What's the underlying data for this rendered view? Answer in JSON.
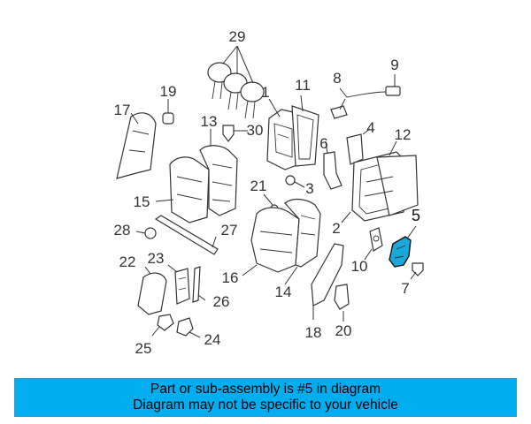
{
  "diagram": {
    "callouts": {
      "c1": "1",
      "c2": "2",
      "c3": "3",
      "c4": "4",
      "c5": "5",
      "c6": "6",
      "c7": "7",
      "c8": "8",
      "c9": "9",
      "c10": "10",
      "c11": "11",
      "c12": "12",
      "c13": "13",
      "c14": "14",
      "c15": "15",
      "c16": "16",
      "c17": "17",
      "c18": "18",
      "c19": "19",
      "c20": "20",
      "c21": "21",
      "c22": "22",
      "c23": "23",
      "c24": "24",
      "c25": "25",
      "c26": "26",
      "c27": "27",
      "c28": "28",
      "c29": "29",
      "c30": "30"
    },
    "highlight_part": "5",
    "highlight_color": "#1aa7d9"
  },
  "banner": {
    "line1": "Part or sub-assembly is #5 in diagram",
    "line2": "Diagram may not be specific to your vehicle",
    "background": "#00aeef"
  }
}
